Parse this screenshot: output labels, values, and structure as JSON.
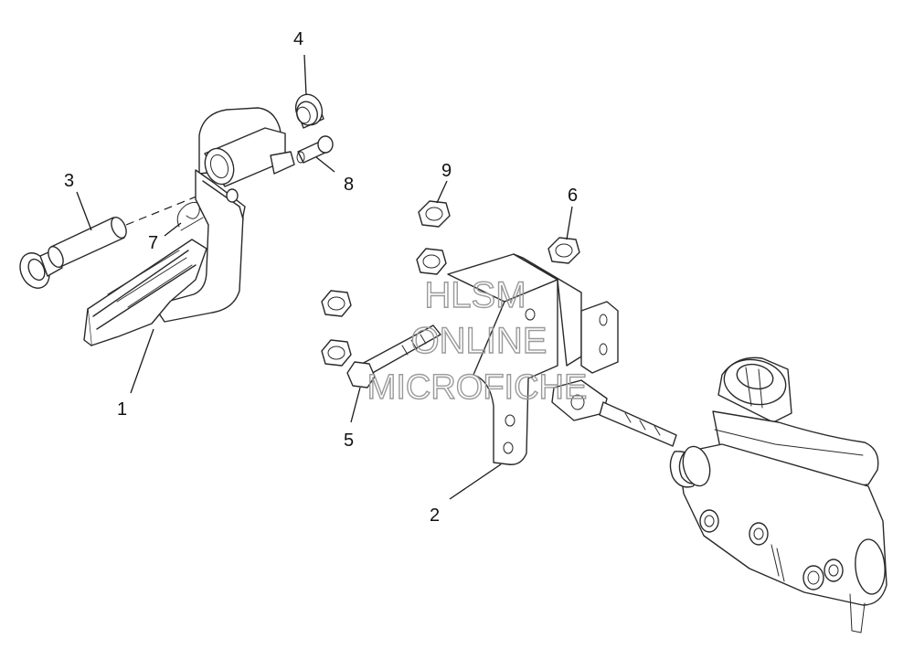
{
  "callouts": {
    "c1": "1",
    "c2": "2",
    "c3": "3",
    "c4": "4",
    "c5": "5",
    "c6": "6",
    "c7": "7",
    "c8": "8",
    "c9": "9"
  },
  "watermark": {
    "line1": "HLSM",
    "line2": "ONLINE",
    "line3": "MICROFICHE"
  },
  "colors": {
    "line": "#2a2a2a",
    "watermark": "#9a9a9a",
    "background": "#ffffff"
  }
}
